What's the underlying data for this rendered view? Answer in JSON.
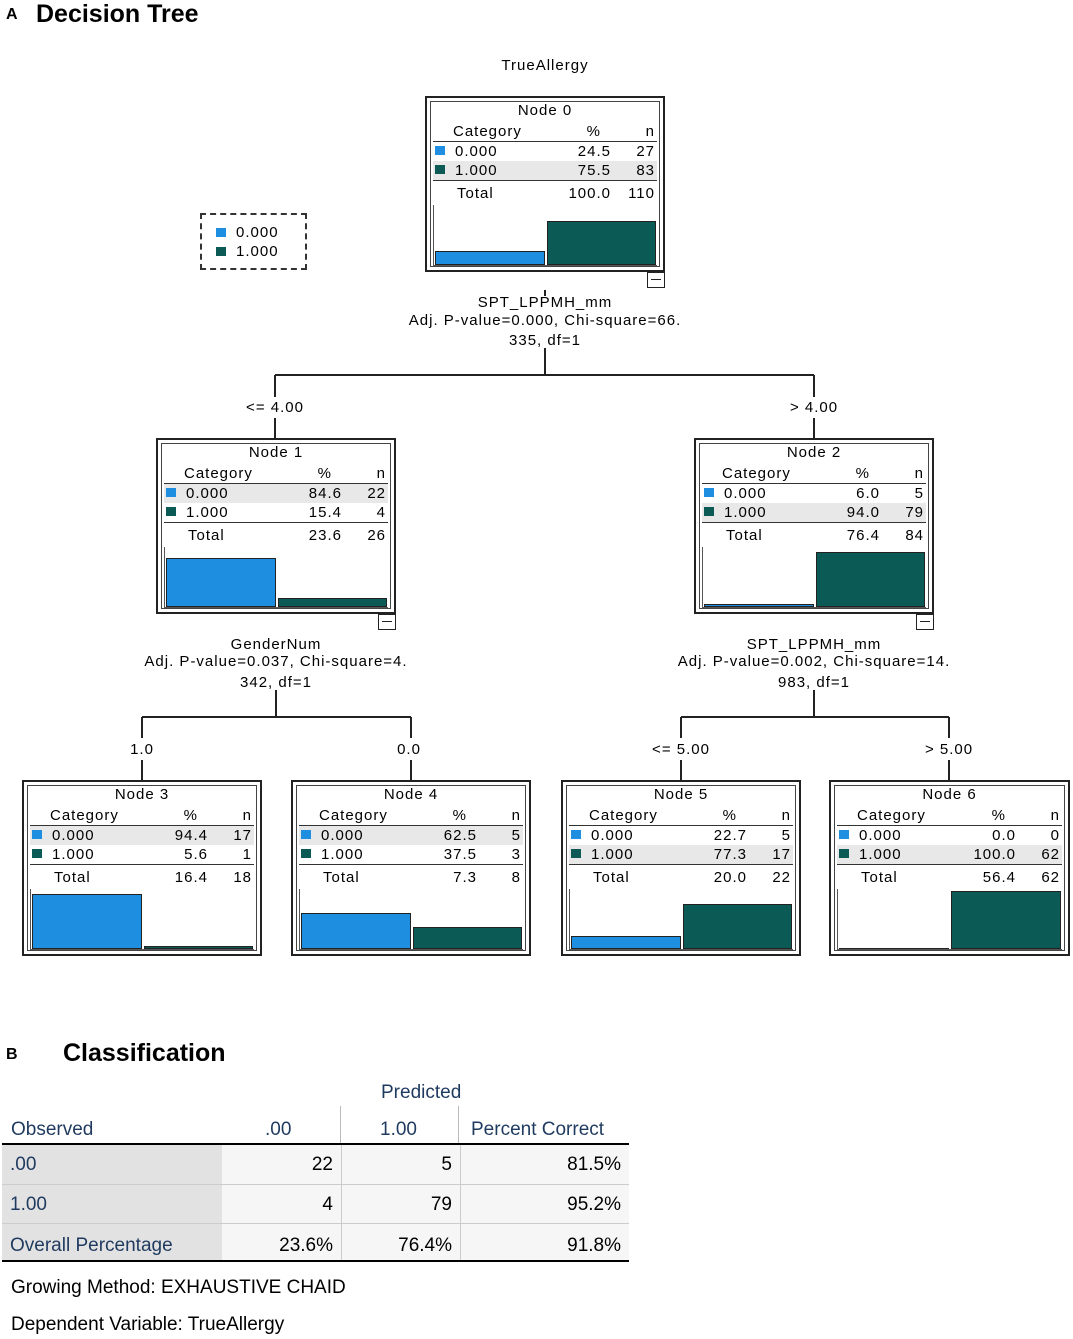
{
  "panel_a": {
    "letter": "A",
    "title": "Decision Tree"
  },
  "panel_b": {
    "letter": "B",
    "title": "Classification"
  },
  "colors": {
    "cat0": "#1e8fe0",
    "cat1": "#0c5a55"
  },
  "legend": [
    {
      "label": "0.000"
    },
    {
      "label": "1.000"
    }
  ],
  "tree": {
    "dependent": "TrueAllergy",
    "nodes": [
      {
        "title": "Node 0",
        "hdr_cat": "Category",
        "hdr_pct": "%",
        "hdr_n": "n",
        "rows": [
          {
            "cat": "0.000",
            "pct": "24.5",
            "n": "27"
          },
          {
            "cat": "1.000",
            "pct": "75.5",
            "n": "83"
          }
        ],
        "total": {
          "label": "Total",
          "pct": "100.0",
          "n": "110"
        },
        "bar_fracs": [
          0.245,
          0.755
        ]
      },
      {
        "title": "Node 1",
        "hdr_cat": "Category",
        "hdr_pct": "%",
        "hdr_n": "n",
        "rows": [
          {
            "cat": "0.000",
            "pct": "84.6",
            "n": "22"
          },
          {
            "cat": "1.000",
            "pct": "15.4",
            "n": "4"
          }
        ],
        "total": {
          "label": "Total",
          "pct": "23.6",
          "n": "26"
        },
        "bar_fracs": [
          0.846,
          0.154
        ]
      },
      {
        "title": "Node 2",
        "hdr_cat": "Category",
        "hdr_pct": "%",
        "hdr_n": "n",
        "rows": [
          {
            "cat": "0.000",
            "pct": "6.0",
            "n": "5"
          },
          {
            "cat": "1.000",
            "pct": "94.0",
            "n": "79"
          }
        ],
        "total": {
          "label": "Total",
          "pct": "76.4",
          "n": "84"
        },
        "bar_fracs": [
          0.06,
          0.94
        ]
      },
      {
        "title": "Node 3",
        "hdr_cat": "Category",
        "hdr_pct": "%",
        "hdr_n": "n",
        "rows": [
          {
            "cat": "0.000",
            "pct": "94.4",
            "n": "17"
          },
          {
            "cat": "1.000",
            "pct": "5.6",
            "n": "1"
          }
        ],
        "total": {
          "label": "Total",
          "pct": "16.4",
          "n": "18"
        },
        "bar_fracs": [
          0.944,
          0.056
        ]
      },
      {
        "title": "Node 4",
        "hdr_cat": "Category",
        "hdr_pct": "%",
        "hdr_n": "n",
        "rows": [
          {
            "cat": "0.000",
            "pct": "62.5",
            "n": "5"
          },
          {
            "cat": "1.000",
            "pct": "37.5",
            "n": "3"
          }
        ],
        "total": {
          "label": "Total",
          "pct": "7.3",
          "n": "8"
        },
        "bar_fracs": [
          0.625,
          0.375
        ]
      },
      {
        "title": "Node 5",
        "hdr_cat": "Category",
        "hdr_pct": "%",
        "hdr_n": "n",
        "rows": [
          {
            "cat": "0.000",
            "pct": "22.7",
            "n": "5"
          },
          {
            "cat": "1.000",
            "pct": "77.3",
            "n": "17"
          }
        ],
        "total": {
          "label": "Total",
          "pct": "20.0",
          "n": "22"
        },
        "bar_fracs": [
          0.227,
          0.773
        ]
      },
      {
        "title": "Node 6",
        "hdr_cat": "Category",
        "hdr_pct": "%",
        "hdr_n": "n",
        "rows": [
          {
            "cat": "0.000",
            "pct": "0.0",
            "n": "0"
          },
          {
            "cat": "1.000",
            "pct": "100.0",
            "n": "62"
          }
        ],
        "total": {
          "label": "Total",
          "pct": "56.4",
          "n": "62"
        },
        "bar_fracs": [
          0.0,
          1.0
        ]
      }
    ],
    "splits": [
      {
        "var": "SPT_LPPMH_mm",
        "line1": "Adj. P-value=0.000, Chi-square=66.",
        "line2": "335, df=1",
        "left": "<= 4.00",
        "right": "> 4.00"
      },
      {
        "var": "GenderNum",
        "line1": "Adj. P-value=0.037, Chi-square=4.",
        "line2": "342, df=1",
        "left": "1.0",
        "right": "0.0"
      },
      {
        "var": "SPT_LPPMH_mm",
        "line1": "Adj. P-value=0.002, Chi-square=14.",
        "line2": "983, df=1",
        "left": "<= 5.00",
        "right": "> 5.00"
      }
    ]
  },
  "classification": {
    "predicted_label": "Predicted",
    "headers": [
      "Observed",
      ".00",
      "1.00",
      "Percent Correct"
    ],
    "rows": [
      {
        "obs": ".00",
        "c0": "22",
        "c1": "5",
        "pct": "81.5%"
      },
      {
        "obs": "1.00",
        "c0": "4",
        "c1": "79",
        "pct": "95.2%"
      },
      {
        "obs": "Overall Percentage",
        "c0": "23.6%",
        "c1": "76.4%",
        "pct": "91.8%"
      }
    ],
    "notes": [
      "Growing Method: EXHAUSTIVE CHAID",
      "Dependent Variable: TrueAllergy"
    ]
  }
}
